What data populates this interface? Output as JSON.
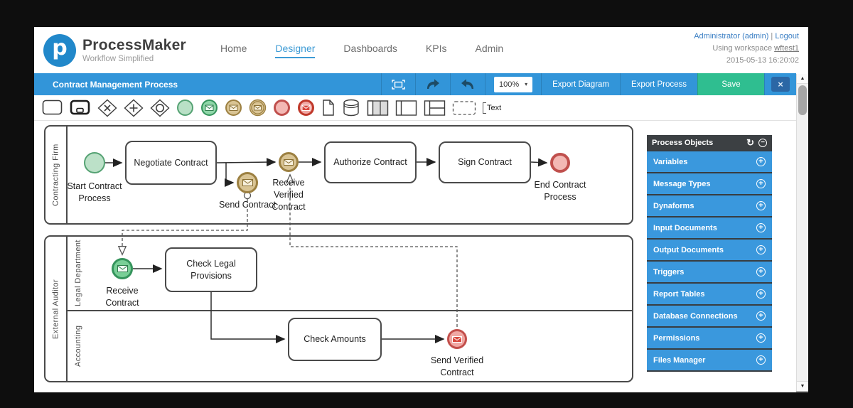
{
  "header": {
    "brand": {
      "name": "ProcessMaker",
      "tagline": "Workflow Simplified"
    },
    "nav": [
      {
        "label": "Home"
      },
      {
        "label": "Designer",
        "active": true
      },
      {
        "label": "Dashboards"
      },
      {
        "label": "KPIs"
      },
      {
        "label": "Admin"
      }
    ],
    "user": {
      "name": "Administrator (admin)",
      "separator": "|",
      "logout": "Logout",
      "workspace_prefix": "Using workspace ",
      "workspace": "wftest1",
      "datetime": "2015-05-13 16:20:02"
    }
  },
  "toolbar": {
    "title": "Contract Management Process",
    "zoom": "100%",
    "export_diagram": "Export Diagram",
    "export_process": "Export Process",
    "save": "Save"
  },
  "palette": {
    "text_label": "Text",
    "tools": [
      "task",
      "sub-process",
      "exclusive-gateway",
      "parallel-gateway",
      "inclusive-gateway",
      "start-event",
      "message-start-event",
      "message-intermediate-catch-event",
      "message-intermediate-throw-event",
      "end-event",
      "message-end-event",
      "document",
      "data-store",
      "pool-filled",
      "pool",
      "lane",
      "group",
      "text-annotation"
    ]
  },
  "diagram": {
    "pools": [
      {
        "label": "Contracting Firm"
      },
      {
        "label": "External Auditor",
        "lanes": [
          {
            "label": "Legal Department"
          },
          {
            "label": "Accounting"
          }
        ]
      }
    ],
    "nodes": {
      "start": {
        "label": "Start Contract Process",
        "type": "start-event"
      },
      "negotiate": {
        "label": "Negotiate Contract",
        "type": "task"
      },
      "send_contract": {
        "label": "Send Contract",
        "type": "message-throw-event"
      },
      "receive_verified": {
        "label": "Receive Verified Contract",
        "type": "message-catch-event"
      },
      "authorize": {
        "label": "Authorize Contract",
        "type": "task"
      },
      "sign": {
        "label": "Sign Contract",
        "type": "task"
      },
      "end": {
        "label": "End Contract Process",
        "type": "end-event"
      },
      "receive_contract": {
        "label": "Receive Contract",
        "type": "message-start-event"
      },
      "check_legal": {
        "label": "Check Legal Provisions",
        "type": "task"
      },
      "check_amounts": {
        "label": "Check Amounts",
        "type": "task"
      },
      "send_verified": {
        "label": "Send Verified Contract",
        "type": "message-end-event"
      }
    }
  },
  "sidebar": {
    "title": "Process Objects",
    "items": [
      {
        "label": "Variables"
      },
      {
        "label": "Message Types"
      },
      {
        "label": "Dynaforms"
      },
      {
        "label": "Input Documents"
      },
      {
        "label": "Output Documents"
      },
      {
        "label": "Triggers"
      },
      {
        "label": "Report Tables"
      },
      {
        "label": "Database Connections"
      },
      {
        "label": "Permissions"
      },
      {
        "label": "Files Manager"
      }
    ]
  },
  "icons": {
    "logo_letter": "p",
    "plus": "+",
    "minus": "−",
    "refresh": "↻",
    "close": "×",
    "caret_down": "▾",
    "scroll_up": "▲",
    "scroll_down": "▼"
  },
  "colors": {
    "toolbar_blue": "#3295d9",
    "sidebar_item_blue": "#3a98dd",
    "panel_header": "#3c4043",
    "save_green": "#2fbe90",
    "logo_blue": "#2188ca",
    "event_green": "#79cf97",
    "event_tan": "#d9c494",
    "event_red": "#f0a8a4",
    "active_nav": "#3d9bd5"
  }
}
